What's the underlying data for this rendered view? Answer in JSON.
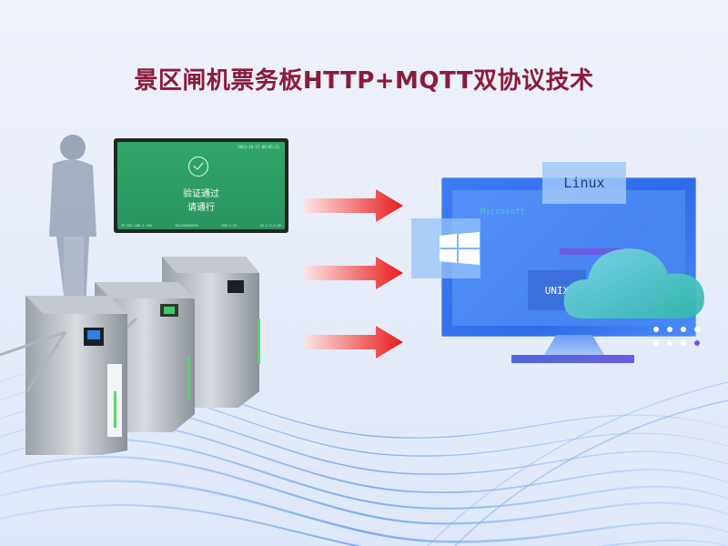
{
  "page": {
    "title": "景区闸机票务板HTTP+MQTT双协议技术"
  },
  "device_screen": {
    "status_time": "2023-10-17 09:05:21",
    "line1": "验证通过",
    "line2": "请通行",
    "footer": [
      "IP:192.168.1.108",
      "SN:D394D5B78",
      "VER:2.23",
      "V4.2.3.3-96"
    ],
    "check_icon": "check-circle-icon"
  },
  "arrows": {
    "count": 3,
    "color_start": "#fde3e3",
    "color_end": "#e81c1c"
  },
  "os_panels": {
    "linux_label": "Linux",
    "unix_label": "UNIX",
    "windows_icon": "windows-logo-icon",
    "cloud_icon": "cloud-icon",
    "screen_text": "Microsoft"
  },
  "colors": {
    "title": "#8c1a3c",
    "device_green": "#2fa066",
    "monitor_blue": "#3d7cf5",
    "cloud_teal": "#3ec7c0",
    "accent_purple": "#6b5be3"
  }
}
